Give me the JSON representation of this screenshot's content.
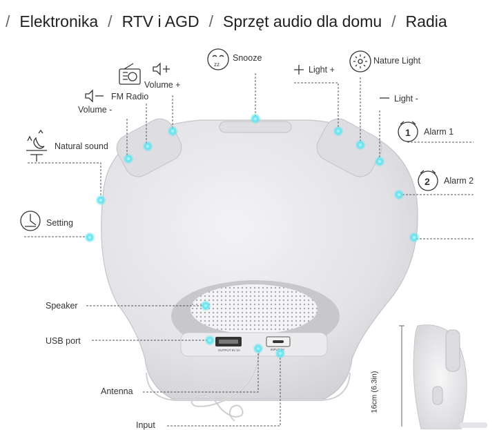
{
  "breadcrumb": {
    "items": [
      "Elektronika",
      "RTV i AGD",
      "Sprzęt audio dla domu",
      "Radia"
    ],
    "separator": "/"
  },
  "diagram": {
    "labels": {
      "snooze": "Snooze",
      "light_plus": "Light +",
      "nature_light": "Nature Light",
      "light_minus": "Light -",
      "alarm1": "Alarm 1",
      "alarm2": "Alarm 2",
      "volume_plus": "Volume +",
      "fm_radio": "FM Radio",
      "volume_minus": "Volume -",
      "natural_sound": "Natural sound",
      "setting": "Setting",
      "speaker": "Speaker",
      "usb_port": "USB port",
      "antenna": "Antenna",
      "input": "Input",
      "size": "16cm (6.3in)",
      "output_spec": "OUTPUT 5V 2A",
      "input_spec": "INPUT 5V"
    },
    "colors": {
      "highlight": "#5fe3ee",
      "body": "#e9e9ec",
      "line": "#555555"
    }
  }
}
